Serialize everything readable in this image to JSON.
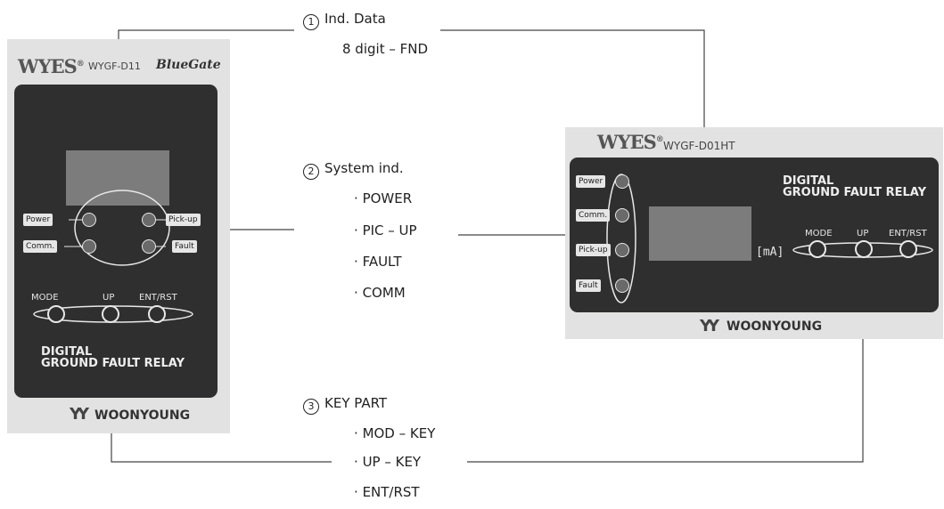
{
  "device_a": {
    "logo_text": "WYES",
    "registered": "®",
    "model": "WYGF-D11",
    "brand": "BlueGate",
    "led_labels": [
      "Power",
      "Comm.",
      "Pick-up",
      "Fault"
    ],
    "key_labels": [
      "MODE",
      "UP",
      "ENT/RST"
    ],
    "title_line1": "DIGITAL",
    "title_line2": "GROUND FAULT RELAY",
    "maker_mark": "YY",
    "maker": "WOONYOUNG"
  },
  "device_b": {
    "logo_text": "WYES",
    "registered": "®",
    "model": "WYGF-D01HT",
    "led_labels": [
      "Power",
      "Comm.",
      "Pick-up",
      "Fault"
    ],
    "unit": "[mA]",
    "key_labels": [
      "MODE",
      "UP",
      "ENT/RST"
    ],
    "title_line1": "DIGITAL",
    "title_line2": "GROUND FAULT RELAY",
    "maker_mark": "YY",
    "maker": "WOONYOUNG"
  },
  "annotations": [
    {
      "num": "1",
      "title": "Ind. Data",
      "items": [
        "8 digit – FND"
      ],
      "bullets": false
    },
    {
      "num": "2",
      "title": "System ind.",
      "items": [
        "POWER",
        "PIC – UP",
        "FAULT",
        "COMM"
      ],
      "bullets": true
    },
    {
      "num": "3",
      "title": "KEY PART",
      "items": [
        "MOD – KEY",
        "UP – KEY",
        "ENT/RST"
      ],
      "bullets": true
    }
  ],
  "bullet_char": "·",
  "colors": {
    "panel": "#2f2f30",
    "frame": "#e2e2e2",
    "fnd": "#7c7c7c",
    "line": "#444444"
  }
}
